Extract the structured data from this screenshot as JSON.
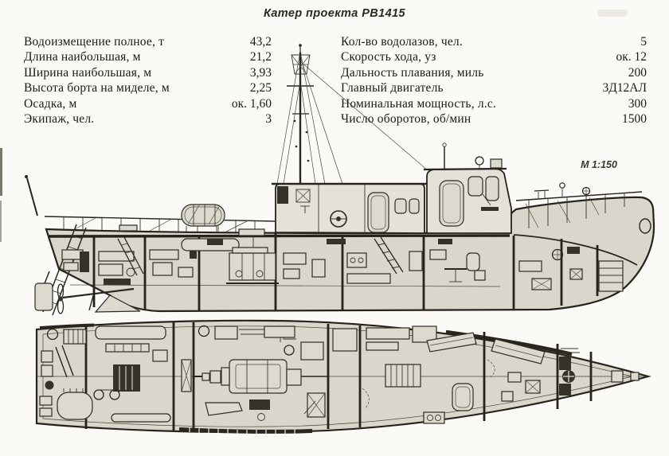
{
  "page": {
    "title": "Катер проекта РВ1415",
    "scale_label": "М 1:150"
  },
  "specs": {
    "left": [
      {
        "label": "Водоизмещение полное, т",
        "value": "43,2"
      },
      {
        "label": "Длина наибольшая, м",
        "value": "21,2"
      },
      {
        "label": "Ширина наибольшая, м",
        "value": "3,93"
      },
      {
        "label": "Высота борта на миделе, м",
        "value": "2,25"
      },
      {
        "label": "Осадка, м",
        "value": "ок. 1,60"
      },
      {
        "label": "Экипаж, чел.",
        "value": "3"
      }
    ],
    "right": [
      {
        "label": "Кол-во водолазов, чел.",
        "value": "5"
      },
      {
        "label": "Скорость хода, уз",
        "value": "ок. 12"
      },
      {
        "label": "Дальность плавания, миль",
        "value": "200"
      },
      {
        "label": "Главный двигатель",
        "value": "3Д12АЛ"
      },
      {
        "label": "Номинальная мощность, л.с.",
        "value": "300"
      },
      {
        "label": "Число оборотов, об/мин",
        "value": "1500"
      }
    ]
  },
  "colors": {
    "paper": "#fbfaf6",
    "ink": "#29261f",
    "hull_fill": "#d9d6cb"
  }
}
